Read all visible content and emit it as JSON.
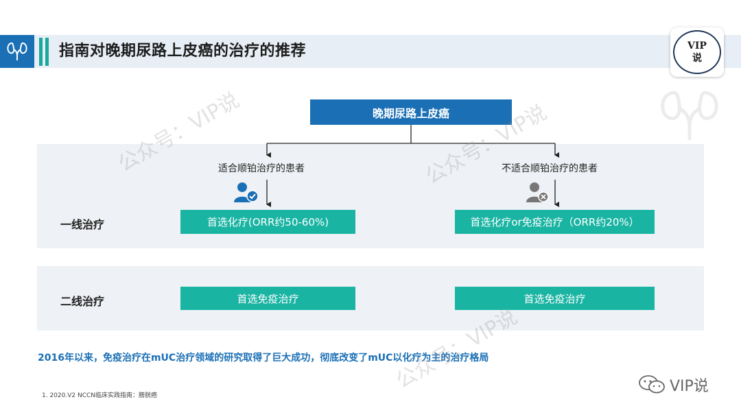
{
  "header": {
    "title": "指南对晚期尿路上皮癌的治疗的推荐",
    "logo_icon": "kidney-icon",
    "badge_line1": "VIP",
    "badge_line2": "说"
  },
  "diagram": {
    "root": "晚期尿路上皮癌",
    "branches": [
      {
        "label": "适合顺铂治疗的患者",
        "icon": "user-check-icon"
      },
      {
        "label": "不适合顺铂治疗的患者",
        "icon": "user-cross-icon"
      }
    ],
    "rows": [
      {
        "label": "一线治疗",
        "left": "首选化疗(ORR约50-60%)",
        "right": "首选化疗or免疫治疗（ORR约20%）"
      },
      {
        "label": "二线治疗",
        "left": "首选免疫治疗",
        "right": "首选免疫治疗"
      }
    ]
  },
  "note": "2016年以来，免疫治疗在mUC治疗领域的研究取得了巨大成功，彻底改变了mUC以化疗为主的治疗格局",
  "footnote": "1. 2020.V2 NCCN临床实践指南：膀胱癌",
  "wechat": {
    "icon": "wechat-icon",
    "label": "VIP说"
  },
  "watermark": "公众号：VIP说",
  "colors": {
    "primary_blue": "#1a6fb5",
    "teal": "#1ab4a3",
    "band": "#eef1f5",
    "header_band": "#e7eef5"
  }
}
